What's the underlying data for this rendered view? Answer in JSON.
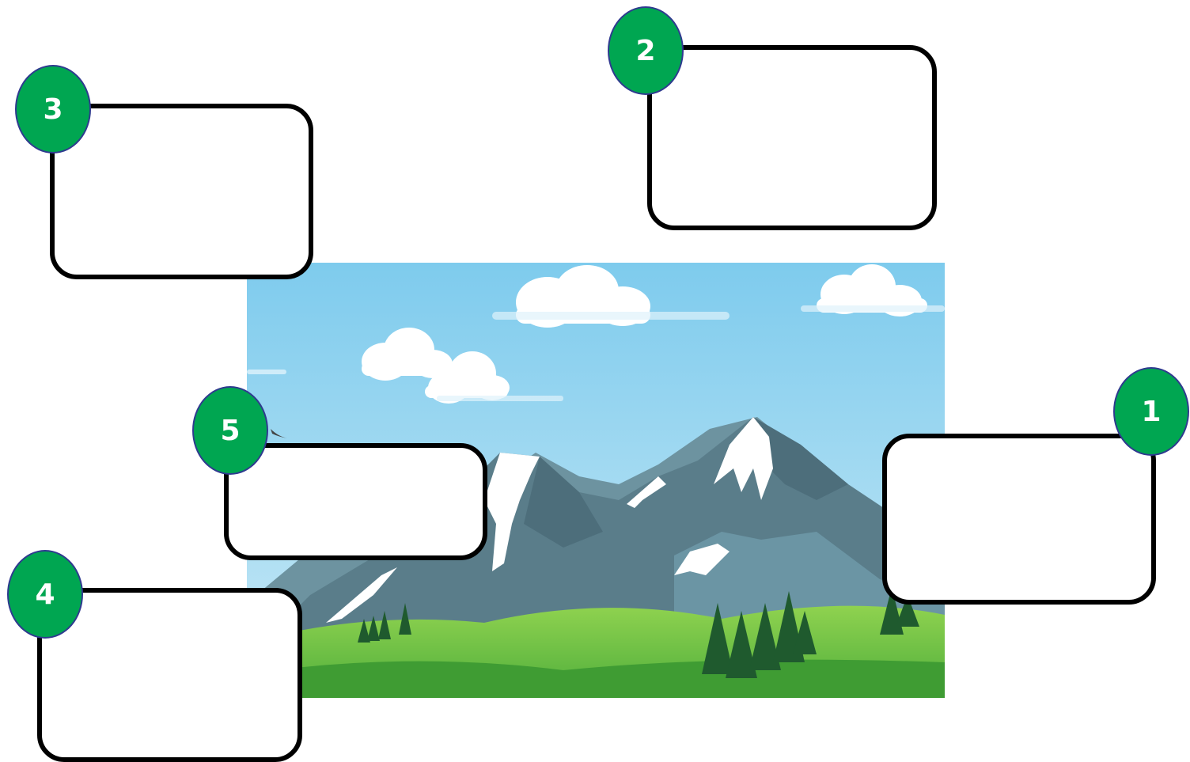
{
  "badges": [
    {
      "number": "1"
    },
    {
      "number": "2"
    },
    {
      "number": "3"
    },
    {
      "number": "4"
    },
    {
      "number": "5"
    }
  ],
  "colors": {
    "badge_fill": "#00a651",
    "badge_outline": "#2f3a8f",
    "box_border": "#000000",
    "sky": "#87cfee",
    "grass": "#6cc24a",
    "mountain": "#5e7f8c",
    "snow": "#ffffff"
  }
}
